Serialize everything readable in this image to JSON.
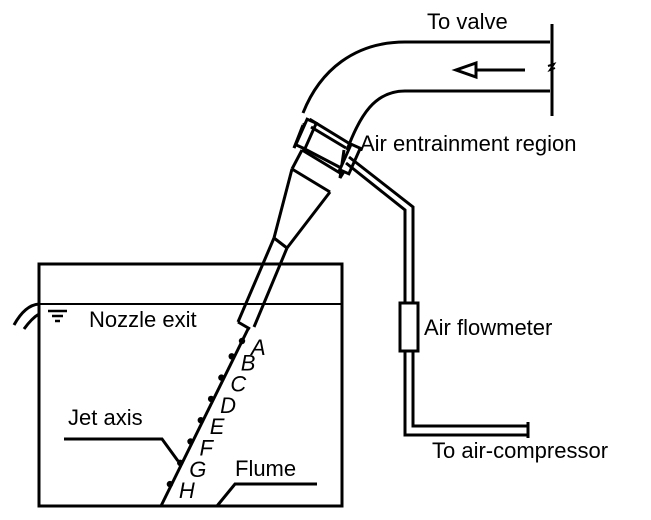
{
  "labels": {
    "to_valve": "To valve",
    "air_entrainment_region": "Air entrainment region",
    "air_flowmeter": "Air flowmeter",
    "to_air_compressor": "To air-compressor",
    "nozzle_exit": "Nozzle exit",
    "jet_axis": "Jet axis",
    "flume": "Flume"
  },
  "measurement_points": [
    "A",
    "B",
    "C",
    "D",
    "E",
    "F",
    "G",
    "H"
  ],
  "flow_direction": "left",
  "icons": {
    "water_surface": "water-surface-symbol",
    "flow_arrow": "arrow-left"
  }
}
